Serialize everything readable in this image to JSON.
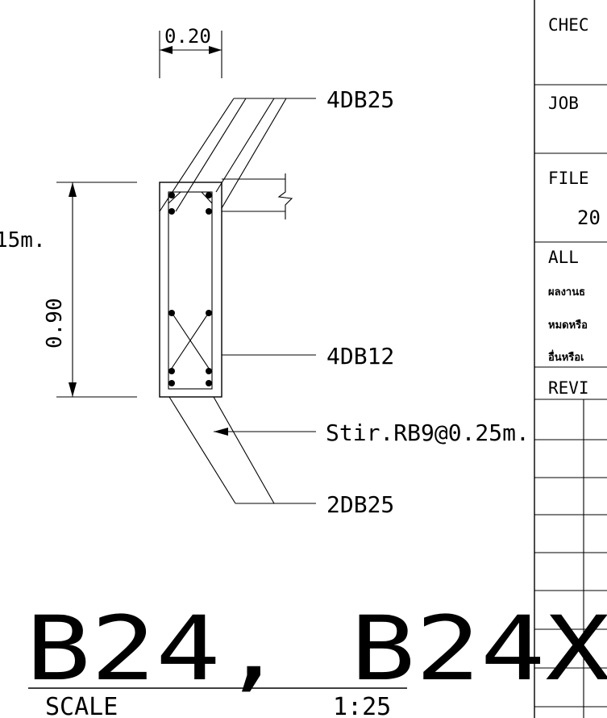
{
  "section": {
    "width_dim": "0.20",
    "depth_dim": "0.90",
    "left_cut_text": "15m.",
    "labels": {
      "top_bars": "4DB25",
      "side_bars": "4DB12",
      "stirrup": "Stir.RB9@0.25m.",
      "bottom_bars": "2DB25"
    }
  },
  "title": {
    "beam_names": "B24, B24X",
    "scale_label": "SCALE",
    "scale_value": "1:25"
  },
  "title_block": {
    "checked_label": "CHEC",
    "job_label": "JOB",
    "file_label": "FILE",
    "file_value": "20",
    "rights_label": "ALL",
    "thai_line_1": "ผลงานธ",
    "thai_line_2": "หมดหรือ",
    "thai_line_3": "อื่นหรือเ",
    "revision_label": "REVI"
  }
}
